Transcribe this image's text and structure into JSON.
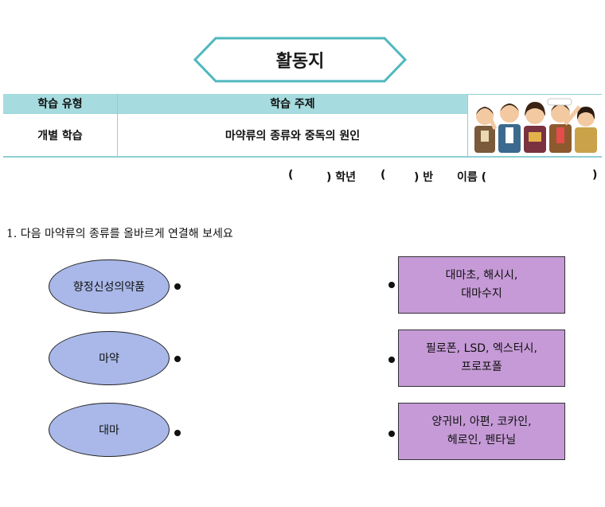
{
  "banner": {
    "title": "활동지"
  },
  "info": {
    "type_header": "학습 유형",
    "topic_header": "학습 주제",
    "type_value": "개별 학습",
    "topic_value": "마약류의 종류와 중독의 원인"
  },
  "name_line": {
    "grade_open": "(",
    "grade_label": ") 학년",
    "class_open": "(",
    "class_label": ") 반",
    "name_label": "이름 (",
    "name_close": ")"
  },
  "question": "1. 다음 마약류의 종류를 올바르게 연결해 보세요",
  "left_items": [
    "향정신성의약품",
    "마약",
    "대마"
  ],
  "right_items": [
    "대마초, 해시시,\n대마수지",
    "필로폰, LSD, 엑스터시,\n프로포폴",
    "양귀비, 아편, 코카인,\n헤로인, 펜타닐"
  ],
  "colors": {
    "header_band": "#a6dce0",
    "banner_border": "#4fb8be",
    "ellipse_fill": "#a9b8e8",
    "box_fill": "#c59ad6"
  }
}
